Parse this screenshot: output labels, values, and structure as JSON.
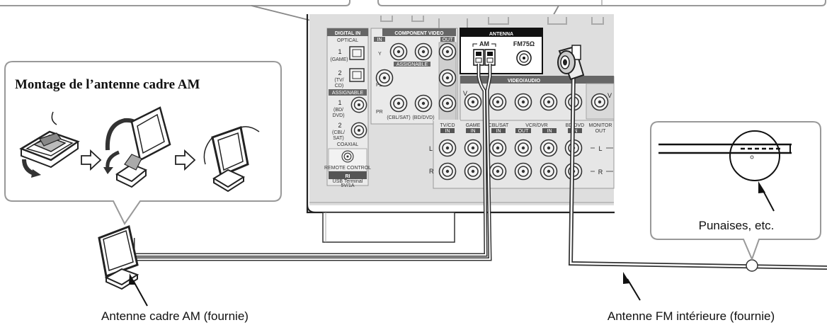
{
  "labels": {
    "am_loop_assembly_title": "Montage de l’antenne cadre AM",
    "am_loop_antenna": "Antenne cadre AM (fournie)",
    "fm_indoor_antenna": "Antenne FM intérieure (fournie)",
    "thumbtacks": "Punaises, etc."
  },
  "panel": {
    "digital_in": "DIGITAL IN",
    "optical": "OPTICAL",
    "jack_1": "1",
    "jack_1_sub": "(GAME)",
    "jack_2": "2",
    "jack_2_sub1": "(TV/",
    "jack_2_sub2": "CD)",
    "assignable": "ASSIGNABLE",
    "coax_1": "1",
    "coax_1_sub1": "(BD/",
    "coax_1_sub2": "DVD)",
    "coax_2": "2",
    "coax_2_sub1": "(CBL/",
    "coax_2_sub2": "SAT)",
    "coaxial": "COAXIAL",
    "remote_control": "REMOTE CONTROL",
    "ri": "RI",
    "usb_terminal": "USB Terminal",
    "usb_rating": "5V/1A",
    "component_video": "COMPONENT VIDEO",
    "in": "IN",
    "out": "OUT",
    "comp_assignable": "ASSIGNABLE",
    "y": "Y",
    "pb": "PB",
    "pr": "PR",
    "cbl_sat": "(CBL/SAT)",
    "bd_dvd": "(BD/DVD)",
    "antenna": "ANTENNA",
    "am": "AM",
    "fm75": "FM75Ω",
    "video_audio": "VIDEO/AUDIO",
    "v": "V",
    "l": "L",
    "r": "R",
    "tv_cd": "TV/CD",
    "game": "GAME",
    "cbl_sat_col": "CBL/SAT",
    "vcr_dvr": "VCR/DVR",
    "bd_dvd_col": "BD/DVD",
    "monitor_out": "MONITOR",
    "monitor_out2": "OUT"
  }
}
